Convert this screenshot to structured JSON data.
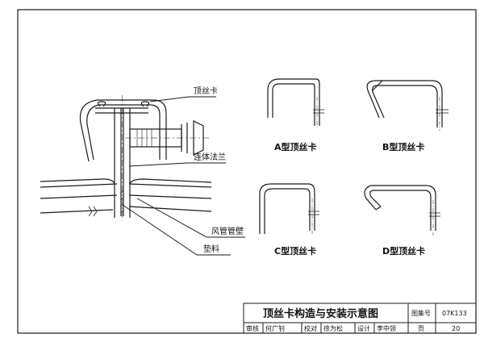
{
  "callouts": {
    "clip": "顶丝卡",
    "flange": "连体法兰",
    "duct_wall": "风管管壁",
    "gasket": "垫料"
  },
  "variants": [
    {
      "caption": "A型顶丝卡"
    },
    {
      "caption": "B型顶丝卡"
    },
    {
      "caption": "C型顶丝卡"
    },
    {
      "caption": "D型顶丝卡"
    }
  ],
  "title_block": {
    "title": "顶丝卡构造与安装示意图",
    "atlas_label": "图集号",
    "atlas_no": "07K133",
    "page_label": "页",
    "page_no": "20",
    "review_label": "审核",
    "review_name": "何广钊",
    "check_label": "校对",
    "check_name": "徐为松",
    "design_label": "设计",
    "design_name": "李中领"
  },
  "colors": {
    "line": "#1a1a1a",
    "paper": "#ffffff"
  }
}
